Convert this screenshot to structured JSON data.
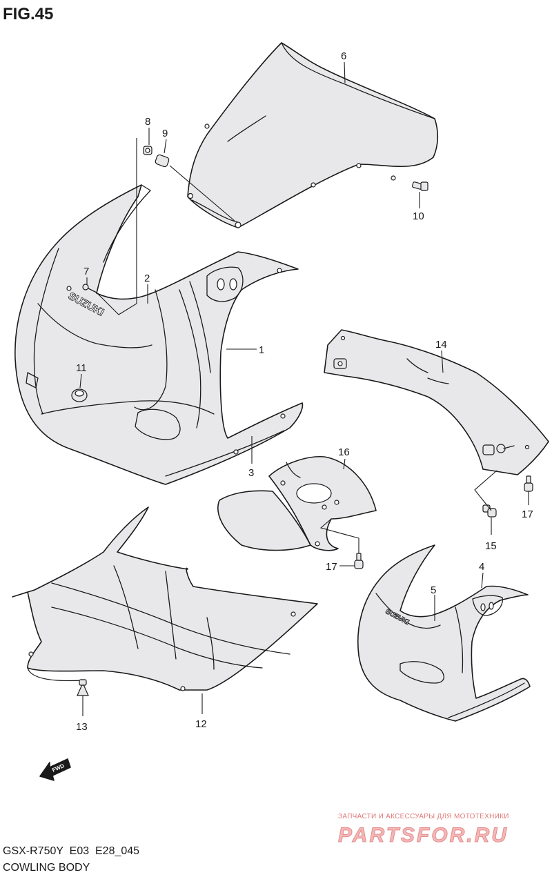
{
  "figure": {
    "title": "FIG.45",
    "model_code": "GSX-R750Y  E03  E28_045",
    "section": "COWLING BODY"
  },
  "parts": [
    {
      "no": "1"
    },
    {
      "no": "2"
    },
    {
      "no": "3"
    },
    {
      "no": "4"
    },
    {
      "no": "5"
    },
    {
      "no": "6"
    },
    {
      "no": "7"
    },
    {
      "no": "8"
    },
    {
      "no": "9"
    },
    {
      "no": "10"
    },
    {
      "no": "11"
    },
    {
      "no": "12"
    },
    {
      "no": "13"
    },
    {
      "no": "14"
    },
    {
      "no": "15"
    },
    {
      "no": "16"
    },
    {
      "no": "17"
    },
    {
      "no": "17"
    }
  ],
  "brand_marks": [
    "SUZUKI",
    "SUZUKI"
  ],
  "direction_arrow": "FWD",
  "watermark": {
    "tagline": "ЗАПЧАСТИ И АКСЕССУАРЫ ДЛЯ МОТОТЕХНИКИ",
    "site": "PARTSFOR.RU"
  },
  "colors": {
    "line": "#1a1a1a",
    "part_fill": "#e8e8ea",
    "watermark": "#e07777"
  }
}
